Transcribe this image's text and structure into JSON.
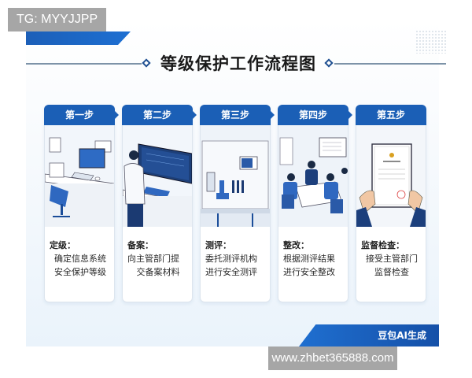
{
  "watermarks": {
    "top_left": "TG: MYYJJPP",
    "bottom_right": "www.zhbet365888.com"
  },
  "title": "等级保护工作流程图",
  "colors": {
    "primary_blue": "#1b5fb6",
    "title_line": "#7d93a8",
    "background_tint": "#eaf3fb"
  },
  "steps": [
    {
      "header": "第一步",
      "label": "定级：",
      "desc_line1": "确定信息系统",
      "desc_line2": "安全保护等级",
      "image": "office-desk-computer-illustration"
    },
    {
      "header": "第二步",
      "label": "备案：",
      "desc_line1": "向主管部门提",
      "desc_line2": "交备案材料",
      "image": "person-at-computer-illustration"
    },
    {
      "header": "第三步",
      "label": "测评：",
      "desc_line1": "委托测评机构",
      "desc_line2": "进行安全测评",
      "image": "lab-equipment-illustration"
    },
    {
      "header": "第四步",
      "label": "整改：",
      "desc_line1": "根据测评结果",
      "desc_line2": "进行安全整改",
      "image": "meeting-room-illustration"
    },
    {
      "header": "第五步",
      "label": "监督检查：",
      "desc_line1": "接受主管部门",
      "desc_line2": "监督检查",
      "image": "certificate-in-hands-illustration"
    }
  ],
  "footer_badge": "豆包AI生成"
}
